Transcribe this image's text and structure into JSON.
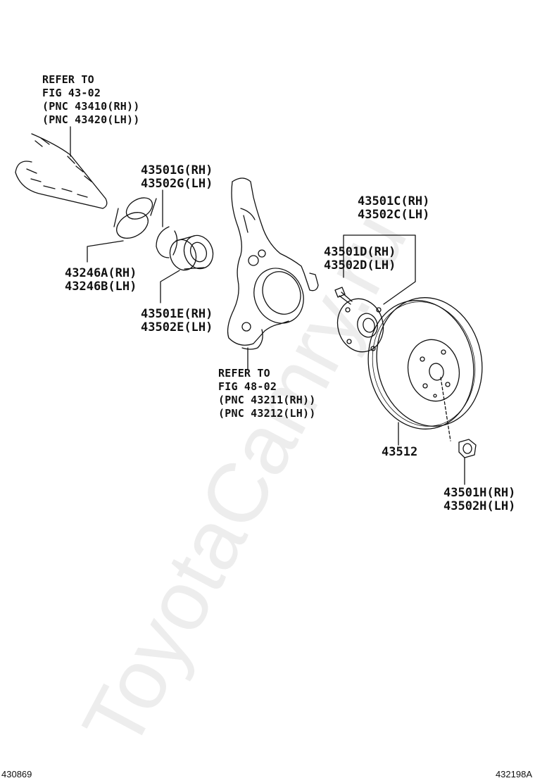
{
  "watermark": "ToyotaCamry.ru",
  "refer_43": {
    "l1": "REFER TO",
    "l2": "FIG 43-02",
    "l3": "(PNC 43410(RH))",
    "l4": "(PNC 43420(LH))"
  },
  "refer_48": {
    "l1": "REFER TO",
    "l2": "FIG 48-02",
    "l3": "(PNC 43211(RH))",
    "l4": "(PNC 43212(LH))"
  },
  "parts": {
    "g_rh": "43501G(RH)",
    "g_lh": "43502G(LH)",
    "c_rh": "43501C(RH)",
    "c_lh": "43502C(LH)",
    "d_rh": "43501D(RH)",
    "d_lh": "43502D(LH)",
    "a_rh": "43246A(RH)",
    "b_lh": "43246B(LH)",
    "e_rh": "43501E(RH)",
    "e_lh": "43502E(LH)",
    "rotor": "43512",
    "h_rh": "43501H(RH)",
    "h_lh": "43502H(LH)"
  },
  "footer": {
    "left": "430869",
    "right": "432198A"
  }
}
